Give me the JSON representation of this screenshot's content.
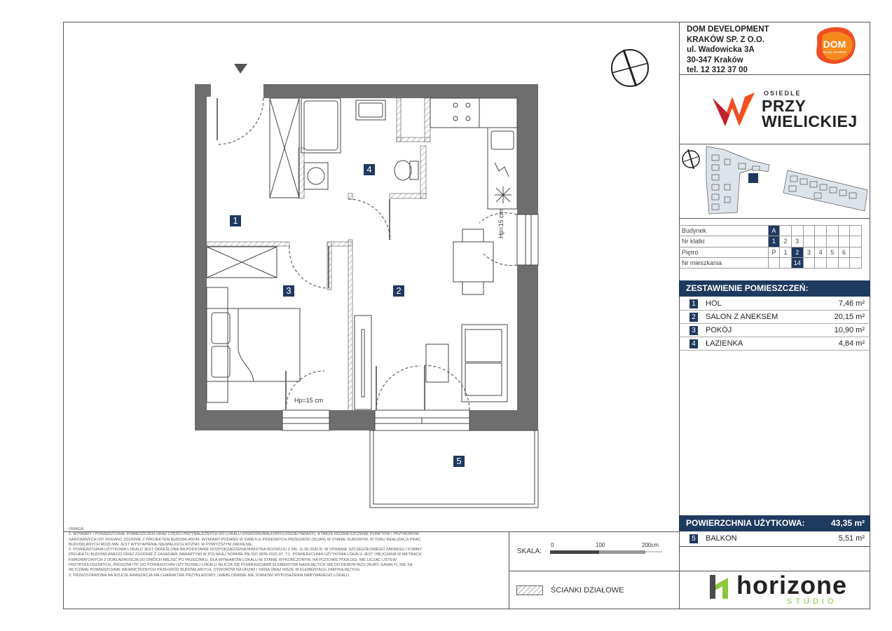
{
  "company": {
    "line1": "DOM DEVELOPMENT",
    "line2": "KRAKÓW SP. Z O.O.",
    "line3": "ul. Wadowicka 3A",
    "line4": "30-347 Kraków",
    "line5": "tel. 12 312 37 00"
  },
  "dom_logo": {
    "word1": "DOM",
    "word2": "DEVELOPMENT"
  },
  "brand": {
    "small": "OSIEDLE",
    "big1": "PRZY",
    "big2": "WIELICKIEJ"
  },
  "info_table": {
    "rows": [
      {
        "label": "Budynek",
        "cells": [
          "A",
          "",
          "",
          "",
          "",
          "",
          "",
          ""
        ],
        "highlight": 0
      },
      {
        "label": "Nr klatki",
        "cells": [
          "1",
          "2",
          "3",
          "",
          "",
          "",
          "",
          ""
        ],
        "highlight": 0
      },
      {
        "label": "Piętro",
        "cells": [
          "P",
          "1",
          "2",
          "3",
          "4",
          "5",
          "6",
          ""
        ],
        "highlight": 2
      },
      {
        "label": "Nr mieszkania",
        "cells": [
          "",
          "",
          "14",
          "",
          "",
          "",
          "",
          ""
        ],
        "highlight": 2
      }
    ]
  },
  "rooms_header": "ZESTAWIENIE POMIESZCZEŃ:",
  "rooms": [
    {
      "num": "1",
      "name": "HOL",
      "area": "7,46 m²"
    },
    {
      "num": "2",
      "name": "SALON Z ANEKSEM",
      "area": "20,15 m²"
    },
    {
      "num": "3",
      "name": "POKÓJ",
      "area": "10,90 m²"
    },
    {
      "num": "4",
      "name": "ŁAZIENKA",
      "area": "4,84 m²"
    }
  ],
  "total": {
    "label": "POWIERZCHNIA UŻYTKOWA:",
    "value": "43,35 m²"
  },
  "balcony": {
    "num": "5",
    "name": "BALKON",
    "area": "5,51 m²"
  },
  "notes": [
    "UWAGA:",
    "1. WYMIARY I POWIERZCHNIE POMIESZCZEŃ ORAZ CZĘŚCI PRZYNALEŻNYCH DO LOKALU (OGRÓDKI/BALKONY/LOGGIE/TARASY), A TAKŻE ROZMIESZCZENIE PUNKTÓW I PRZYBORÓW",
    "SANITARNYCH ITP. PODANO ZGODNIE Z PROJEKTEM BUDOWLANYM. WYMIARY PODANO W ŚWIETLE PIONOWYCH PRZEGRÓD (ŚCIAN) W STANIE SUROWYM. W TOKU REALIZACJI PRAC",
    "BUDOWLANYCH MOŻLIWE JEST WYSTĄPIENIE NIEWIELKICH RÓŻNIC W POWYŻSZYM ZAKRESIE.",
    "2. POWIERZCHNIA UŻYTKOWA LOKALU JEST OKREŚLONA NA PODSTAWIE ROZPORZĄDZENIA MINISTRA ROZWOJU Z DN. 11.09.2020 R. W SPRAWIE SZCZEGÓŁOWEGO ZAKRESU I FORMY",
    "PROJEKTU BUDOWLANEGO ORAZ ZGODNIE Z ZASADAMI ZAWARTYMI W POLSKIEJ NORMIE PN-ISO 9836:2022-07, TJ.: POWIERZCHNIA UŻYTKOWA LOKALU JEST OBLICZANA W METRACH",
    "KWADRATOWYCH Z DOKŁADNOŚCIĄ DO DWÓCH MIEJSC PO PRZECINKU, DLA WYMIARÓW LOKALU W STANIE WYKOŃCZONYM, NA POZIOMIE PODŁOGI, NIE LICZĄC LISTEW",
    "PRZYPODŁOGOWYCH, PROGÓW ITP. DO POWIERZCHNI UŻYTKOWEJ LOKALU WLICZA SIĘ POWIERZCHNIĘ ELEMENTÓW NADAJĄCYCH SIĘ DO DEMONTAŻU (RURY, KANAŁY), NIE SĄ",
    "WLICZANE POWIERZCHNIE WEWNĘTRZNYCH PRZEGRÓD BUDOWLANYCH, OTWORÓW NA DRZWI I OKNA ORAZ NISZE W ELEMENTACH ZAMYKAJĄCYCH.",
    "3. PRZEDSTAWIONA NA RZUCIE ARANŻACJA MA CHARAKTER PRZYKŁADOWY, UMEBLOWANIE NIE STANOWI WYPOSAŻENIA NABYWANEGO LOKALU."
  ],
  "scale": {
    "label": "SKALA:",
    "n0": "0",
    "n1": "100",
    "n2": "200cm"
  },
  "legend": {
    "label": "ŚCIANKI DZIAŁOWE"
  },
  "plan": {
    "badges": [
      "1",
      "2",
      "3",
      "4",
      "5"
    ],
    "hp1": "Hp=15 cm",
    "hp2": "Hp=15 cm"
  },
  "horizone": {
    "word": "horizone",
    "sub": "STUDIO"
  },
  "colors": {
    "navy": "#1e3a5f",
    "wall": "#707070",
    "orange": "#f04e23"
  }
}
